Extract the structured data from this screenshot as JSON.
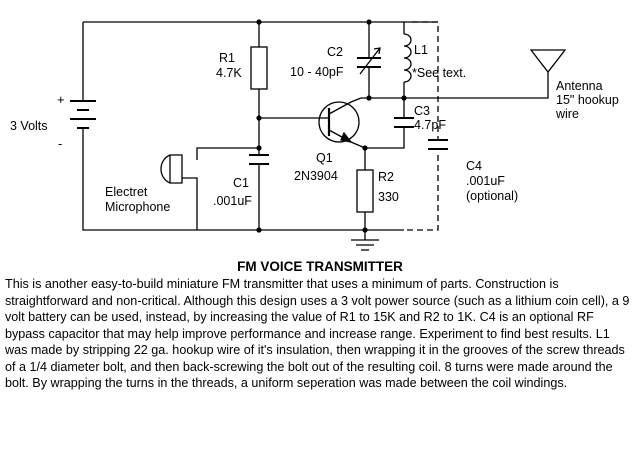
{
  "labels": {
    "plus": "+",
    "minus": "-",
    "battery": "3 Volts",
    "r1_name": "R1",
    "r1_value": "4.7K",
    "c2_name": "C2",
    "c2_value": "10 - 40pF",
    "l1_name": "L1",
    "l1_note": "*See text.",
    "antenna_1": "Antenna",
    "antenna_2": "15\" hookup",
    "antenna_3": "wire",
    "c3_name": "C3",
    "c3_value": "4.7pF",
    "q1_name": "Q1",
    "q1_value": "2N3904",
    "c1_name": "C1",
    "c1_value": ".001uF",
    "mic_1": "Electret",
    "mic_2": "Microphone",
    "r2_name": "R2",
    "r2_value": "330",
    "c4_name": "C4",
    "c4_value": ".001uF",
    "c4_note": "(optional)"
  },
  "title": "FM VOICE TRANSMITTER",
  "description": "This is another easy-to-build miniature FM transmitter that uses a minimum of parts. Construction is straightforward and non-critical. Although this design uses a 3 volt power source (such as a lithium coin cell), a 9 volt battery can be used, instead, by increasing the value of R1 to 15K and R2 to 1K. C4 is an optional RF bypass capacitor that may help improve performance and increase range. Experiment to find best results. L1 was made by stripping 22 ga. hookup wire of it's insulation, then wrapping it in the grooves of the screw threads of a 1/4 diameter bolt, and then back-screwing the bolt out of the resulting coil. 8 turns were made around the bolt. By wrapping the turns in the threads, a uniform seperation was made between the coil windings."
}
